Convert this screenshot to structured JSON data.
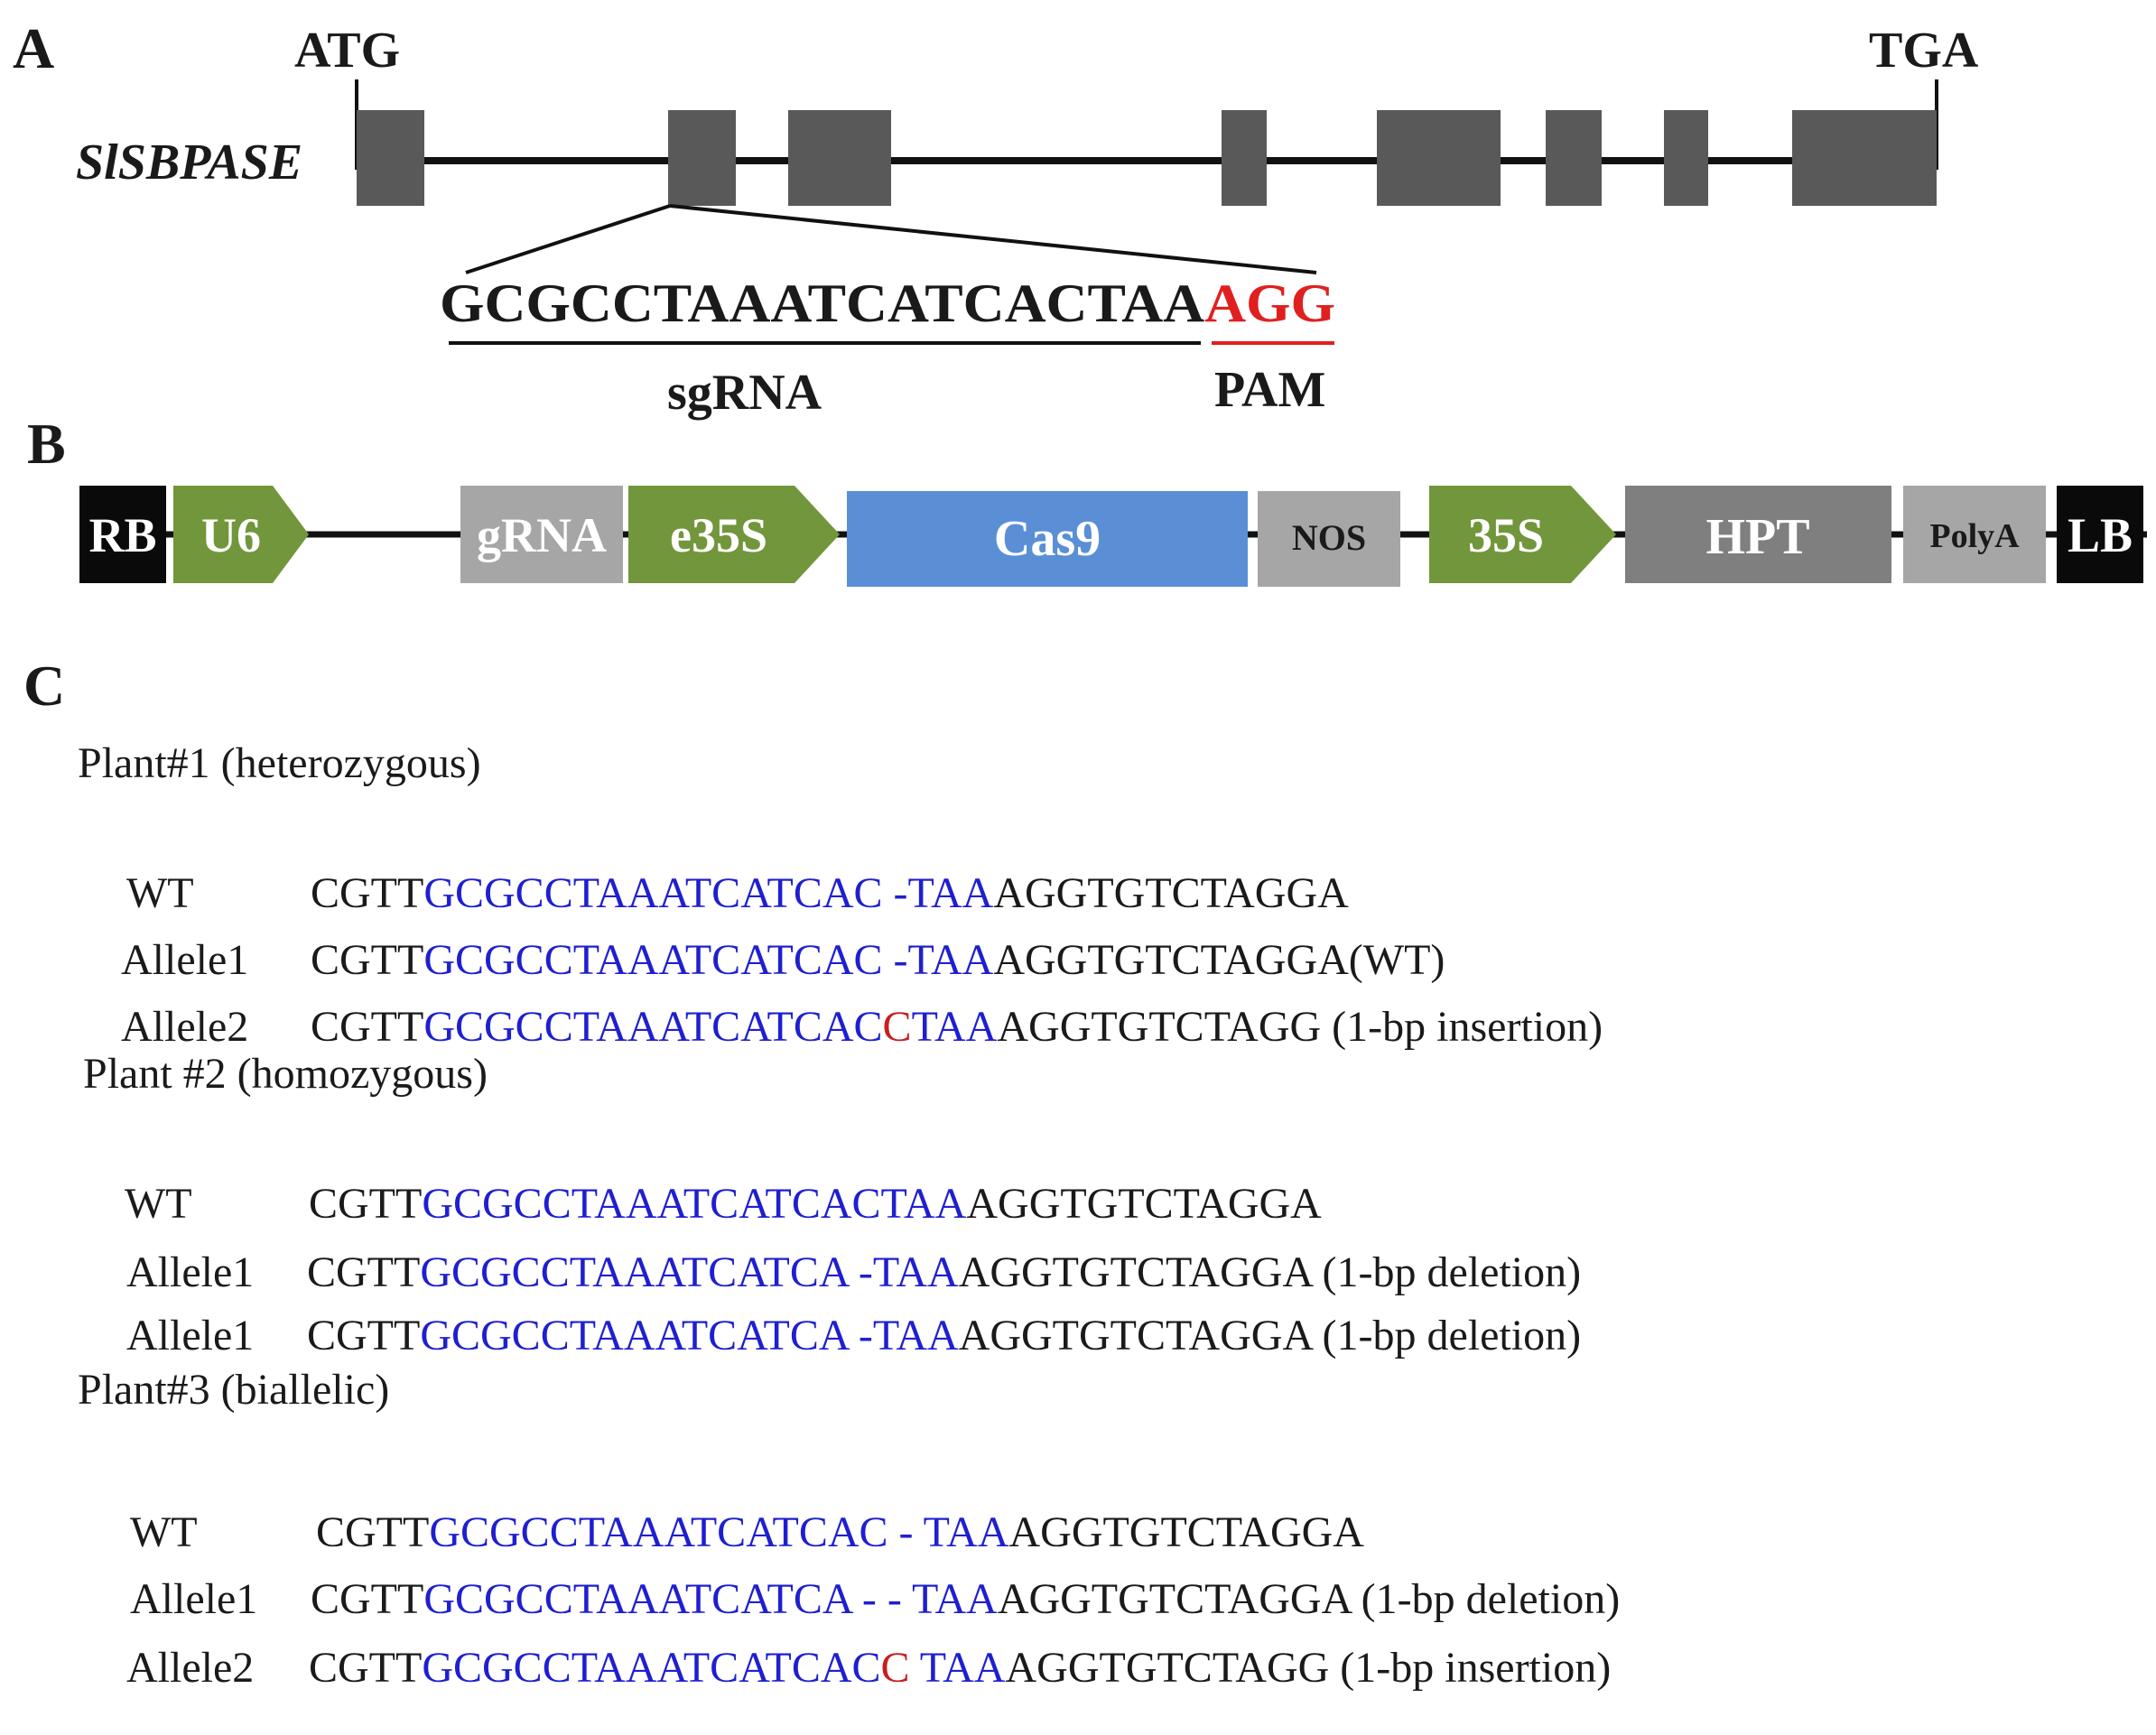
{
  "panels": {
    "a": "A",
    "b": "B",
    "c": "C"
  },
  "gene_map": {
    "gene_name": "SlSBPASE",
    "start_codon": "ATG",
    "stop_codon": "TGA",
    "target_sequence_black": "GCGCCTAAATCATCACTAA",
    "target_sequence_pam": "AGG",
    "sgrna_label": "sgRNA",
    "pam_label": "PAM",
    "colors": {
      "exon": "#595959",
      "pam": "#e02020",
      "line": "#111111"
    }
  },
  "vector": {
    "elements": [
      {
        "label": "RB",
        "kind": "border"
      },
      {
        "label": "U6",
        "kind": "promoter"
      },
      {
        "label": "gRNA",
        "kind": "gray"
      },
      {
        "label": "e35S",
        "kind": "promoter"
      },
      {
        "label": "Cas9",
        "kind": "cas9"
      },
      {
        "label": "NOS",
        "kind": "gray"
      },
      {
        "label": "35S",
        "kind": "promoter"
      },
      {
        "label": "HPT",
        "kind": "dark"
      },
      {
        "label": "PolyA",
        "kind": "gray"
      },
      {
        "label": "LB",
        "kind": "border"
      }
    ],
    "colors": {
      "border": "#0a0a0a",
      "promoter": "#72963b",
      "gray": "#a6a6a6",
      "dark": "#7f7f7f",
      "cas9": "#5a8fd6"
    }
  },
  "genotypes": [
    {
      "title": "Plant#1 (heterozygous)",
      "rows": [
        {
          "label": "WT",
          "prefix": "CGTT",
          "target": "GCGCCTAAATCATCAC",
          "gap": " -",
          "site": "",
          "tail_blue": "TAA",
          "tail": "AGGTGTCTAGGA",
          "note": ""
        },
        {
          "label": "Allele1",
          "prefix": "CGTT",
          "target": "GCGCCTAAATCATCAC",
          "gap": " -",
          "site": "",
          "tail_blue": "TAA",
          "tail": "AGGTGTCTAGGA",
          "note": "(WT)"
        },
        {
          "label": "Allele2",
          "prefix": "CGTT",
          "target": "GCGCCTAAATCATCAC",
          "gap": "",
          "site": "C",
          "tail_blue": "TAA",
          "tail": "AGGTGTCTAGG",
          "note": " (1-bp insertion)"
        }
      ]
    },
    {
      "title": "Plant #2 (homozygous)",
      "rows": [
        {
          "label": "WT",
          "prefix": "CGTT",
          "target": "GCGCCTAAATCATCAC",
          "gap": "",
          "site": "",
          "tail_blue": "TAA",
          "tail": "AGGTGTCTAGGA",
          "note": ""
        },
        {
          "label": "Allele1",
          "prefix": "CGTT",
          "target": "GCGCCTAAATCATCA",
          "gap": " -",
          "site": "",
          "tail_blue": "TAA",
          "tail": "AGGTGTCTAGGA",
          "note": " (1-bp deletion)"
        },
        {
          "label": "Allele1",
          "prefix": "CGTT",
          "target": "GCGCCTAAATCATCA",
          "gap": " -",
          "site": "",
          "tail_blue": "TAA",
          "tail": "AGGTGTCTAGGA",
          "note": " (1-bp deletion)"
        }
      ]
    },
    {
      "title": "Plant#3 (biallelic)",
      "rows": [
        {
          "label": "WT",
          "prefix": "CGTT",
          "target": "GCGCCTAAATCATCAC",
          "gap": " - ",
          "site": "",
          "tail_blue": "TAA",
          "tail": "AGGTGTCTAGGA",
          "note": ""
        },
        {
          "label": "Allele1",
          "prefix": "CGTT",
          "target": "GCGCCTAAATCATCA",
          "gap": " - - ",
          "site": "",
          "tail_blue": "TAA",
          "tail": "AGGTGTCTAGGA",
          "note": " (1-bp deletion)"
        },
        {
          "label": "Allele2",
          "prefix": "CGTT",
          "target": "GCGCCTAAATCATCAC",
          "gap": "",
          "site": "C",
          "tail_blue": " TAA",
          "tail": "AGGTGTCTAGG",
          "note": " (1-bp insertion)"
        }
      ]
    }
  ]
}
